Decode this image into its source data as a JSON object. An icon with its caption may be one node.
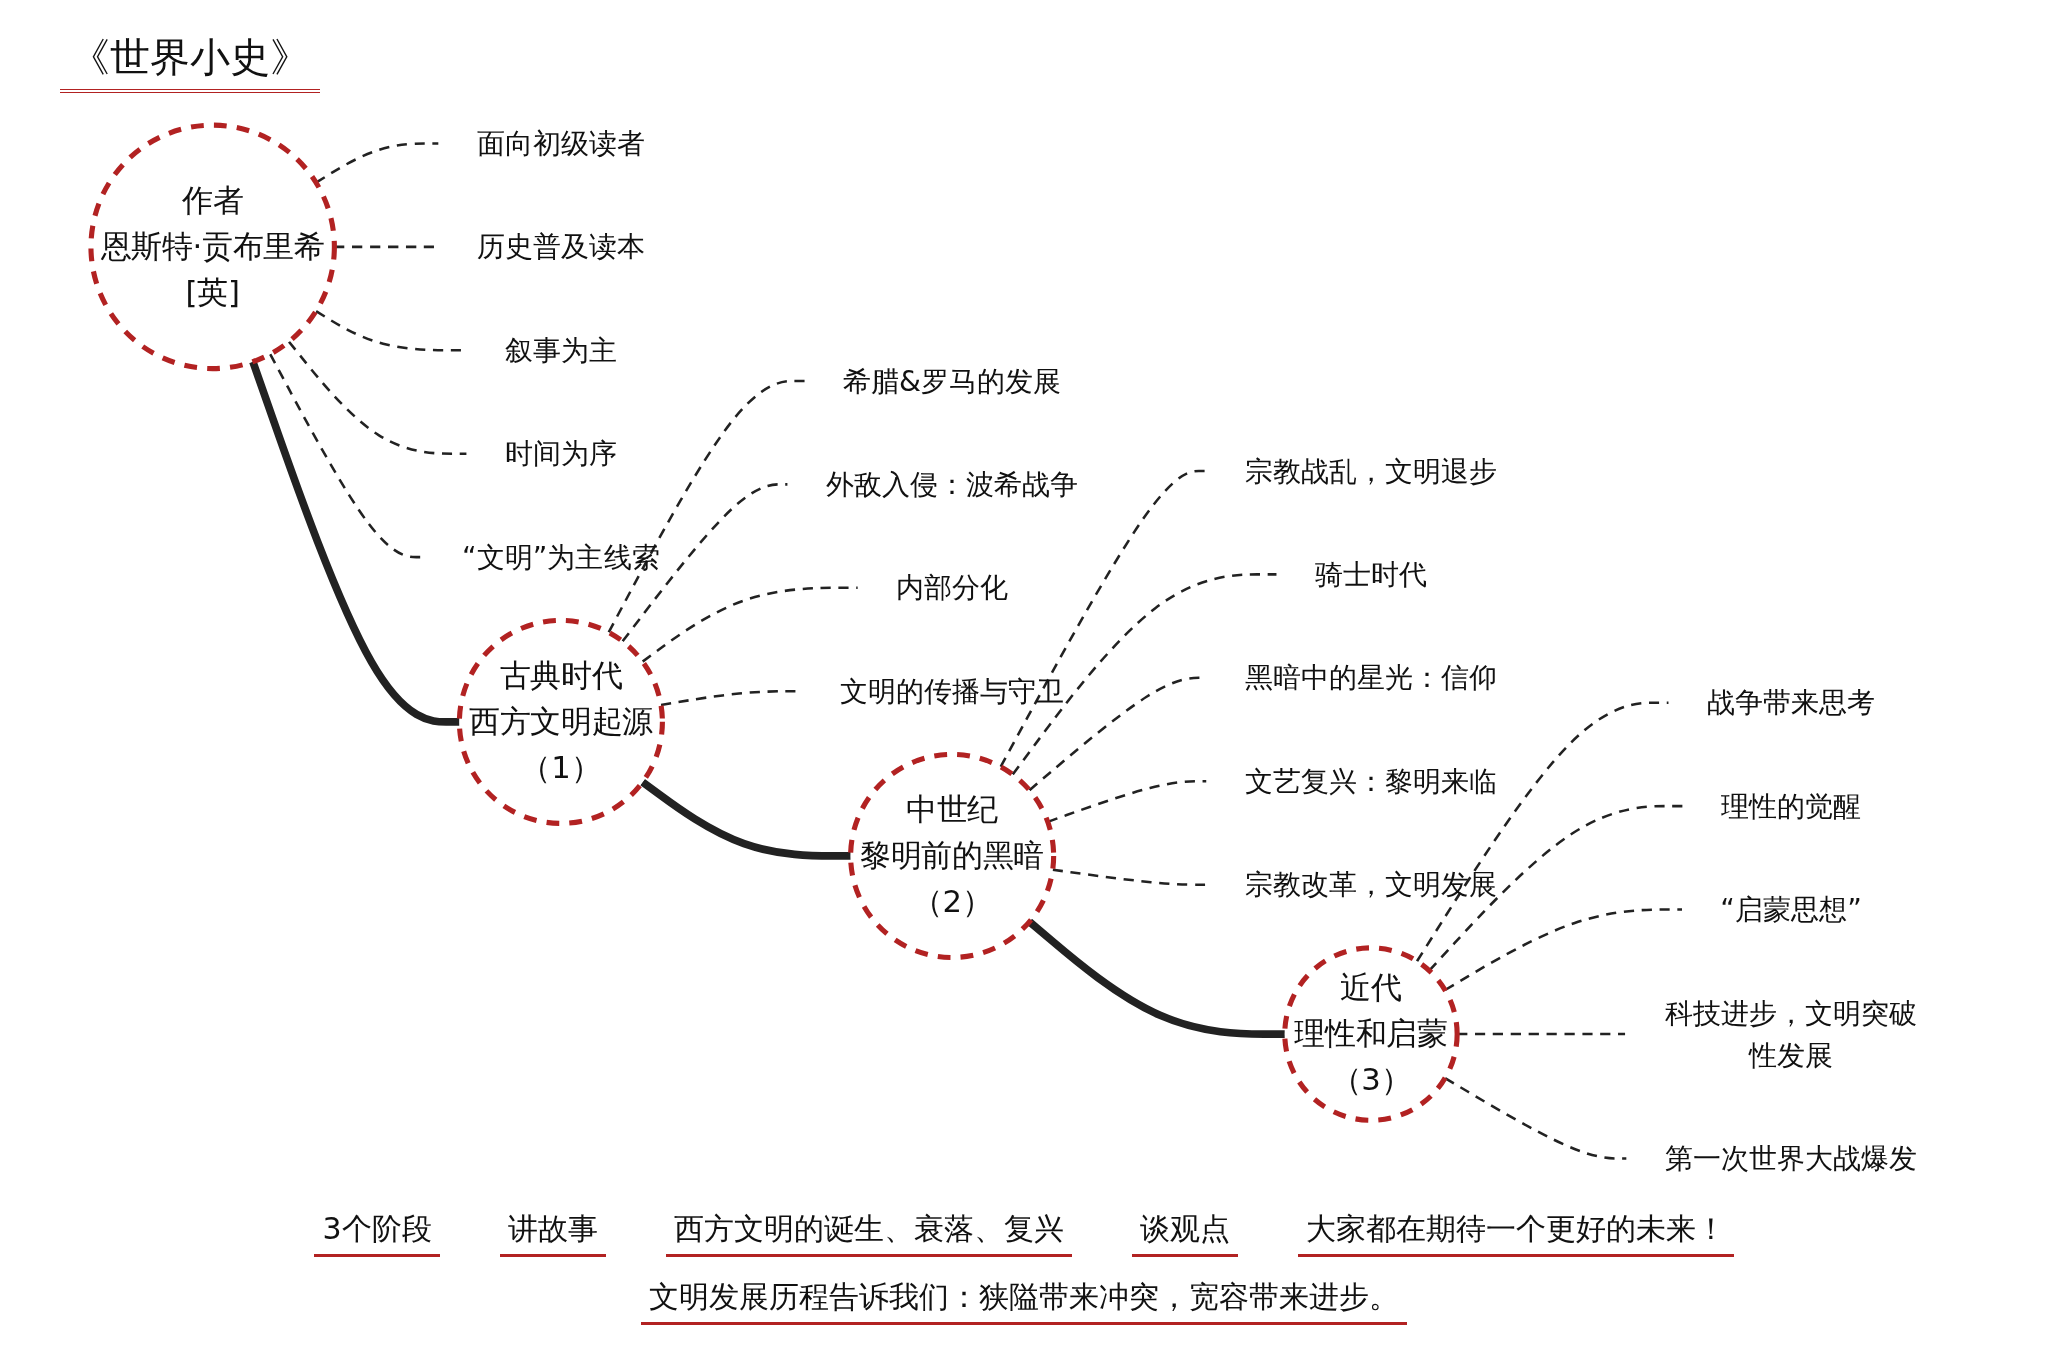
{
  "diagram": {
    "title": "《世界小史》",
    "nodes": [
      {
        "text": [
          "作者",
          "恩斯特·贡布里希",
          "[英]"
        ]
      },
      {
        "text": [
          "面向初级读者"
        ]
      },
      {
        "text": [
          "历史普及读本"
        ]
      },
      {
        "text": [
          "叙事为主"
        ]
      },
      {
        "text": [
          "时间为序"
        ]
      },
      {
        "text": [
          "“文明”为主线索"
        ]
      },
      {
        "text": [
          "古典时代",
          "西方文明起源",
          "（1）"
        ]
      },
      {
        "text": [
          "希腊&罗马的发展"
        ]
      },
      {
        "text": [
          "外敌入侵：波希战争"
        ]
      },
      {
        "text": [
          "内部分化"
        ]
      },
      {
        "text": [
          "文明的传播与守卫"
        ]
      },
      {
        "text": [
          "中世纪",
          "黎明前的黑暗",
          "（2）"
        ]
      },
      {
        "text": [
          "宗教战乱，文明退步"
        ]
      },
      {
        "text": [
          "骑士时代"
        ]
      },
      {
        "text": [
          "黑暗中的星光：信仰"
        ]
      },
      {
        "text": [
          "文艺复兴：黎明来临"
        ]
      },
      {
        "text": [
          "宗教改革，文明发展"
        ]
      },
      {
        "text": [
          "近代",
          "理性和启蒙",
          "（3）"
        ]
      },
      {
        "text": [
          "战争带来思考"
        ]
      },
      {
        "text": [
          "理性的觉醒"
        ]
      },
      {
        "text": [
          "“启蒙思想”"
        ]
      },
      {
        "text": [
          "科技进步，文明突破性发展"
        ]
      },
      {
        "text": [
          "第一次世界大战爆发"
        ]
      }
    ],
    "edges": [
      {
        "from": 0,
        "to": 6,
        "arrow": "none",
        "style": "thick"
      },
      {
        "from": 6,
        "to": 11,
        "arrow": "none",
        "style": "thick"
      },
      {
        "from": 11,
        "to": 17,
        "arrow": "none",
        "style": "thick"
      },
      {
        "from": 0,
        "to": 1,
        "arrow": "none",
        "style": "dashed"
      },
      {
        "from": 0,
        "to": 2,
        "arrow": "none",
        "style": "dashed"
      },
      {
        "from": 0,
        "to": 3,
        "arrow": "none",
        "style": "dashed"
      },
      {
        "from": 0,
        "to": 4,
        "arrow": "none",
        "style": "dashed"
      },
      {
        "from": 0,
        "to": 5,
        "arrow": "none",
        "style": "dashed"
      },
      {
        "from": 6,
        "to": 7,
        "arrow": "none",
        "style": "dashed"
      },
      {
        "from": 6,
        "to": 8,
        "arrow": "none",
        "style": "dashed"
      },
      {
        "from": 6,
        "to": 9,
        "arrow": "none",
        "style": "dashed"
      },
      {
        "from": 6,
        "to": 10,
        "arrow": "none",
        "style": "dashed"
      },
      {
        "from": 11,
        "to": 12,
        "arrow": "none",
        "style": "dashed"
      },
      {
        "from": 11,
        "to": 13,
        "arrow": "none",
        "style": "dashed"
      },
      {
        "from": 11,
        "to": 14,
        "arrow": "none",
        "style": "dashed"
      },
      {
        "from": 11,
        "to": 15,
        "arrow": "none",
        "style": "dashed"
      },
      {
        "from": 11,
        "to": 16,
        "arrow": "none",
        "style": "dashed"
      },
      {
        "from": 17,
        "to": 18,
        "arrow": "none",
        "style": "dashed"
      },
      {
        "from": 17,
        "to": 19,
        "arrow": "none",
        "style": "dashed"
      },
      {
        "from": 17,
        "to": 20,
        "arrow": "none",
        "style": "dashed"
      },
      {
        "from": 17,
        "to": 21,
        "arrow": "none",
        "style": "dashed"
      },
      {
        "from": 17,
        "to": 22,
        "arrow": "none",
        "style": "dashed"
      }
    ],
    "labels": [
      "3个阶段",
      "讲故事",
      "西方文明的诞生、衰落、复兴",
      "谈观点",
      "大家都在期待一个更好的未来！",
      "文明发展历程告诉我们：狭隘带来冲突，宽容带来进步。"
    ]
  }
}
